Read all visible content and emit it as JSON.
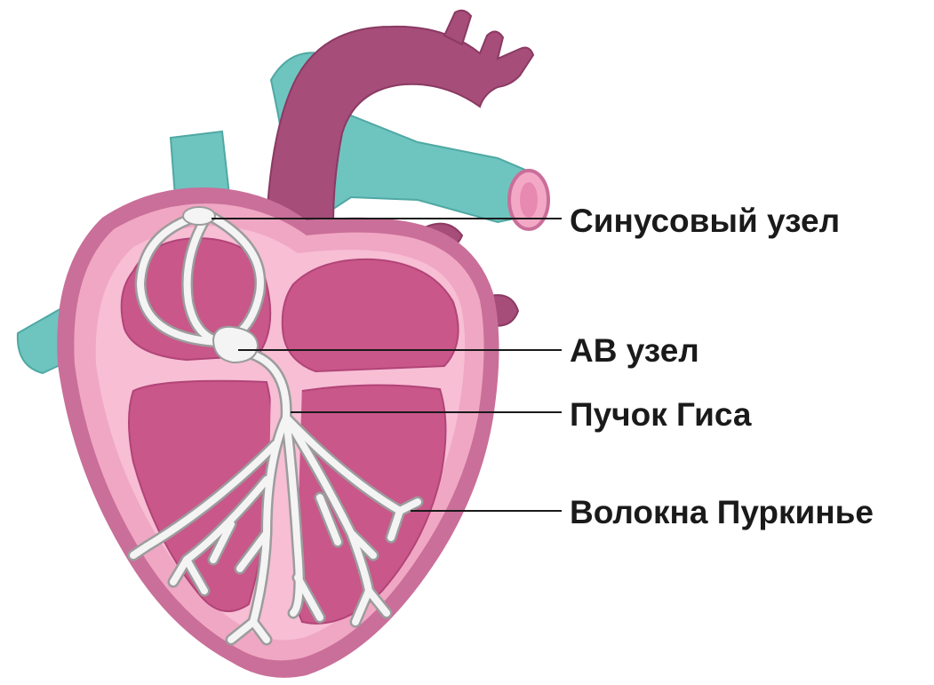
{
  "labels": {
    "sa_node": "Синусовый узел",
    "av_node": "АВ узел",
    "bundle_of_his": "Пучок Гиса",
    "purkinje_fibers": "Волокна Пуркинье"
  },
  "colors": {
    "vein": "#6ec5c0",
    "vein_dark": "#4fa8a3",
    "artery": "#a64d7a",
    "artery_dark": "#8a3a63",
    "wall_outer": "#c96f99",
    "wall": "#f0a7c3",
    "wall_inner": "#f7bed4",
    "chamber": "#c9578a",
    "chamber_dark": "#b24478",
    "conduction": "#f4f4f4",
    "conduction_edge": "#9c9c9c",
    "leader_line": "#1a1a1a"
  }
}
